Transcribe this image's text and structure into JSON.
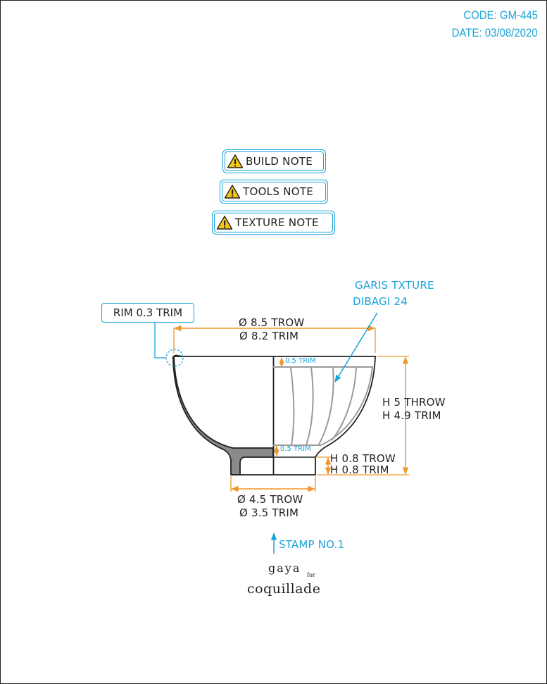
{
  "meta": {
    "code": "CODE: GM-445",
    "date": "DATE: 03/08/2020"
  },
  "notes": [
    {
      "label": "BUILD NOTE"
    },
    {
      "label": "TOOLS NOTE"
    },
    {
      "label": "TEXTURE NOTE"
    }
  ],
  "callouts": {
    "rim": "RIM 0.3 TRIM",
    "texture_line1": "GARIS TXTURE",
    "texture_line2": "DIBAGI 24",
    "stamp": "STAMP NO.1"
  },
  "dimensions": {
    "top_dia_throw": "Ø 8.5 TROW",
    "top_dia_trim": "Ø 8.2 TRIM",
    "height_throw": "H 5 THROW",
    "height_trim": "H 4.9 TRIM",
    "foot_h_throw": "H 0.8 TROW",
    "foot_h_trim": "H 0.8 TRIM",
    "foot_dia_throw": "Ø 4.5 TROW",
    "foot_dia_trim": "Ø 3.5 TRIM",
    "wall_trim_top": "0.5 TRIM",
    "wall_trim_bottom": "0.5 TRIM"
  },
  "brand": {
    "line1": "gaya",
    "for": "for",
    "line2": "coquillade"
  },
  "colors": {
    "accent": "#1aa3d9",
    "dimension": "#f0962a",
    "wall": "#808080",
    "line": "#222222"
  }
}
